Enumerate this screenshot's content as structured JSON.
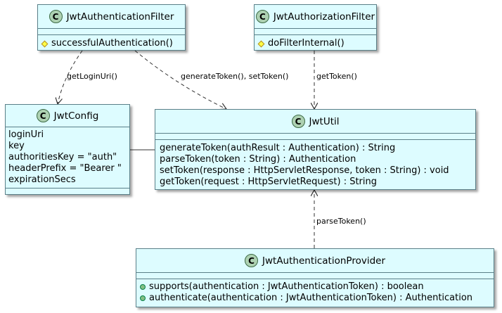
{
  "classes": {
    "auth_filter": {
      "stereotype_letter": "C",
      "name": "JwtAuthenticationFilter",
      "methods": [
        "successfulAuthentication()"
      ]
    },
    "authz_filter": {
      "stereotype_letter": "C",
      "name": "JwtAuthorizationFilter",
      "methods": [
        "doFilterInternal()"
      ]
    },
    "config": {
      "stereotype_letter": "C",
      "name": "JwtConfig",
      "fields": [
        "loginUri",
        "key",
        "authoritiesKey = \"auth\"",
        "headerPrefix = \"Bearer \"",
        "expirationSecs"
      ]
    },
    "util": {
      "stereotype_letter": "C",
      "name": "JwtUtil",
      "methods": [
        "generateToken(authResult : Authentication) : String",
        "parseToken(token : String) : Authentication",
        "setToken(response : HttpServletResponse, token : String) : void",
        "getToken(request : HttpServletRequest) : String"
      ]
    },
    "provider": {
      "stereotype_letter": "C",
      "name": "JwtAuthenticationProvider",
      "methods": [
        "supports(authentication : JwtAuthenticationToken) : boolean",
        "authenticate(authentication : JwtAuthenticationToken) : Authentication"
      ]
    }
  },
  "edges": {
    "get_login_uri": "getLoginUri()",
    "generate_set_token": "generateToken(), setToken()",
    "get_token": "getToken()",
    "parse_token": "parseToken()"
  },
  "colors": {
    "class_fill": "#ddfcff",
    "class_border": "#5a7f88",
    "class_icon": "#add1b2"
  }
}
